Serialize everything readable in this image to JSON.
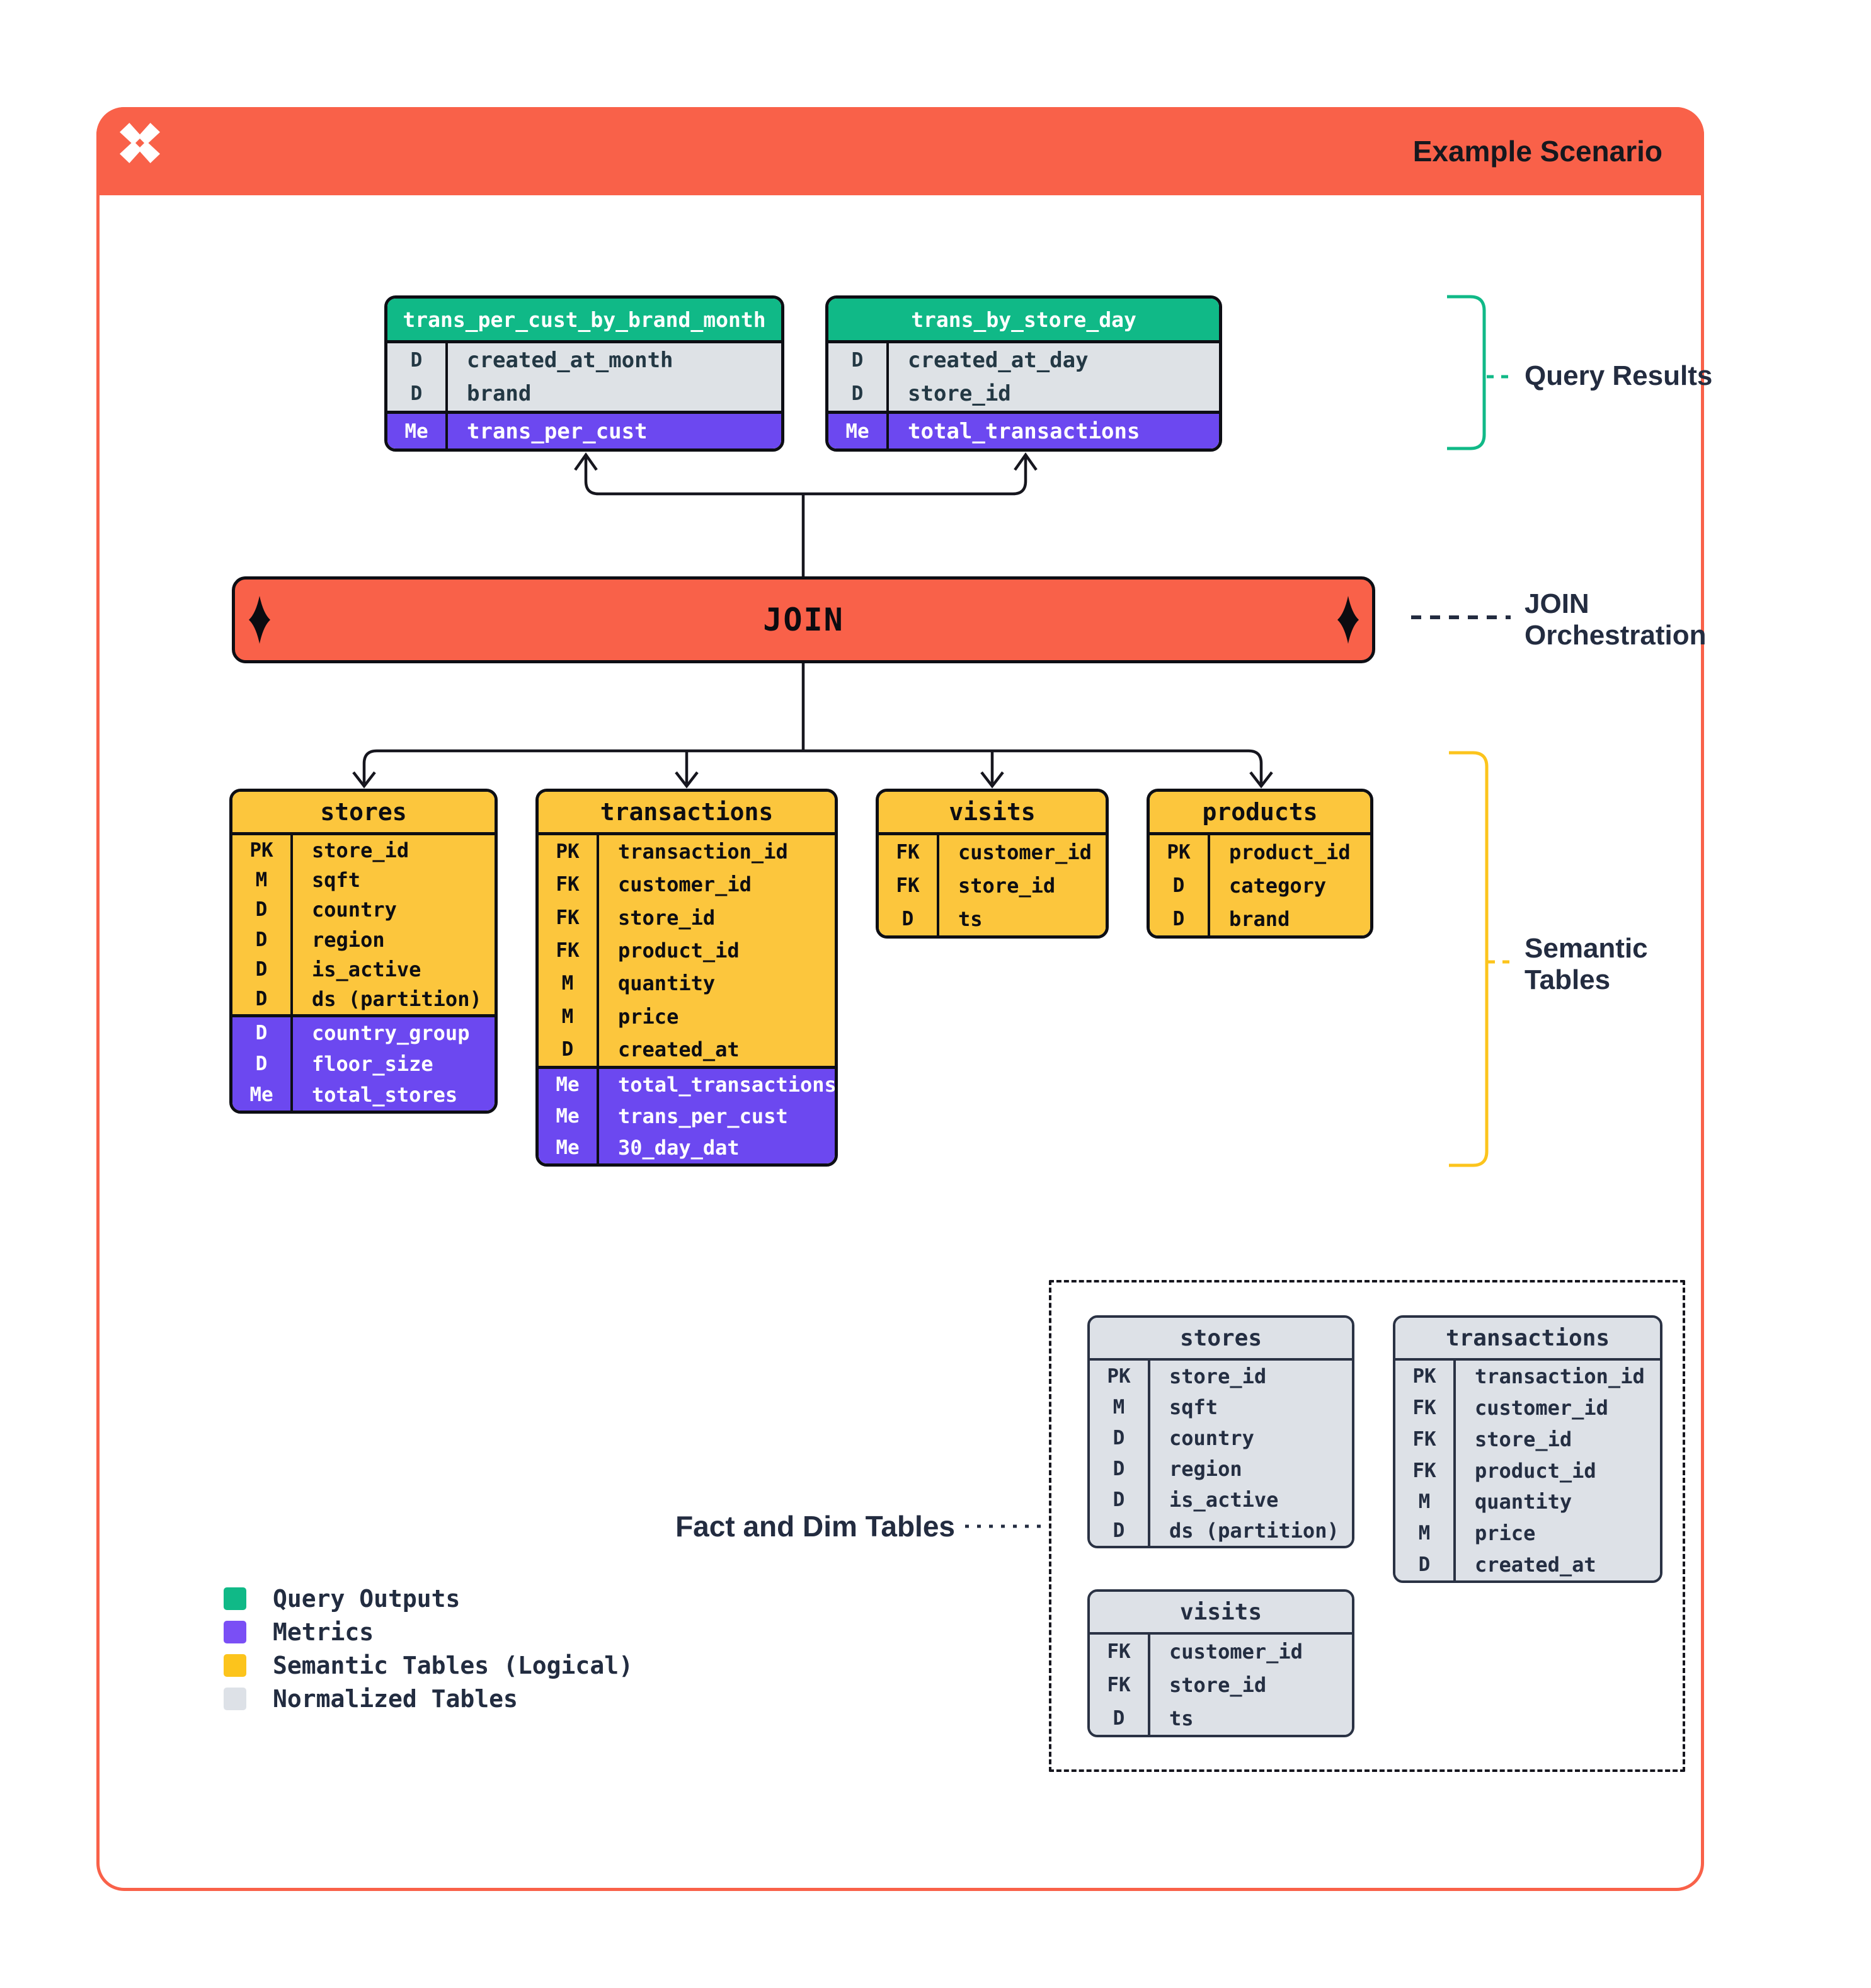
{
  "header": {
    "title": "Example Scenario",
    "logo": "dagster-x-logo"
  },
  "join_bar": {
    "label": "JOIN"
  },
  "annotations": {
    "query_results": "Query Results",
    "join_orchestration": "JOIN\nOrchestration",
    "semantic_tables": "Semantic\nTables",
    "fact_dim": "Fact and Dim Tables"
  },
  "legend": {
    "items": [
      {
        "label": "Query Outputs",
        "color": "#10B987"
      },
      {
        "label": "Metrics",
        "color": "#7A4FF5"
      },
      {
        "label": "Semantic Tables (Logical)",
        "color": "#FCC41C"
      },
      {
        "label": "Normalized Tables",
        "color": "#DDE1E7"
      }
    ]
  },
  "colors": {
    "accent_orange": "#F96149",
    "green": "#10B987",
    "purple": "#6C48F0",
    "yellow": "#FCC63D",
    "gray_row": "#DEE2E6",
    "normalized_bg": "#DDE1E7",
    "ink": "#16161E",
    "navy": "#232C40"
  },
  "tables": {
    "query1": {
      "title": "trans_per_cust_by_brand_month",
      "sections": [
        {
          "kind": "dims",
          "rows": [
            {
              "badge": "D",
              "name": "created_at_month"
            },
            {
              "badge": "D",
              "name": "brand"
            }
          ]
        },
        {
          "kind": "metrics",
          "rows": [
            {
              "badge": "Me",
              "name": "trans_per_cust"
            }
          ]
        }
      ]
    },
    "query2": {
      "title": "trans_by_store_day",
      "sections": [
        {
          "kind": "dims",
          "rows": [
            {
              "badge": "D",
              "name": "created_at_day"
            },
            {
              "badge": "D",
              "name": "store_id"
            }
          ]
        },
        {
          "kind": "metrics",
          "rows": [
            {
              "badge": "Me",
              "name": "total_transactions"
            }
          ]
        }
      ]
    },
    "sem_stores": {
      "title": "stores",
      "sections": [
        {
          "kind": "body",
          "rows": [
            {
              "badge": "PK",
              "name": "store_id"
            },
            {
              "badge": "M",
              "name": "sqft"
            },
            {
              "badge": "D",
              "name": "country"
            },
            {
              "badge": "D",
              "name": "region"
            },
            {
              "badge": "D",
              "name": "is_active"
            },
            {
              "badge": "D",
              "name": "ds (partition)"
            }
          ]
        },
        {
          "kind": "metrics",
          "rows": [
            {
              "badge": "D",
              "name": "country_group"
            },
            {
              "badge": "D",
              "name": "floor_size"
            },
            {
              "badge": "Me",
              "name": "total_stores"
            }
          ]
        }
      ]
    },
    "sem_transactions": {
      "title": "transactions",
      "sections": [
        {
          "kind": "body",
          "rows": [
            {
              "badge": "PK",
              "name": "transaction_id"
            },
            {
              "badge": "FK",
              "name": "customer_id"
            },
            {
              "badge": "FK",
              "name": "store_id"
            },
            {
              "badge": "FK",
              "name": "product_id"
            },
            {
              "badge": "M",
              "name": "quantity"
            },
            {
              "badge": "M",
              "name": "price"
            },
            {
              "badge": "D",
              "name": "created_at"
            }
          ]
        },
        {
          "kind": "metrics",
          "rows": [
            {
              "badge": "Me",
              "name": "total_transactions"
            },
            {
              "badge": "Me",
              "name": "trans_per_cust"
            },
            {
              "badge": "Me",
              "name": "30_day_dat"
            }
          ]
        }
      ]
    },
    "sem_visits": {
      "title": "visits",
      "sections": [
        {
          "kind": "body",
          "rows": [
            {
              "badge": "FK",
              "name": "customer_id"
            },
            {
              "badge": "FK",
              "name": "store_id"
            },
            {
              "badge": "D",
              "name": "ts"
            }
          ]
        }
      ]
    },
    "sem_products": {
      "title": "products",
      "sections": [
        {
          "kind": "body",
          "rows": [
            {
              "badge": "PK",
              "name": "product_id"
            },
            {
              "badge": "D",
              "name": "category"
            },
            {
              "badge": "D",
              "name": "brand"
            }
          ]
        }
      ]
    },
    "norm_stores": {
      "title": "stores",
      "sections": [
        {
          "kind": "body",
          "rows": [
            {
              "badge": "PK",
              "name": "store_id"
            },
            {
              "badge": "M",
              "name": "sqft"
            },
            {
              "badge": "D",
              "name": "country"
            },
            {
              "badge": "D",
              "name": "region"
            },
            {
              "badge": "D",
              "name": "is_active"
            },
            {
              "badge": "D",
              "name": "ds (partition)"
            }
          ]
        }
      ]
    },
    "norm_transactions": {
      "title": "transactions",
      "sections": [
        {
          "kind": "body",
          "rows": [
            {
              "badge": "PK",
              "name": "transaction_id"
            },
            {
              "badge": "FK",
              "name": "customer_id"
            },
            {
              "badge": "FK",
              "name": "store_id"
            },
            {
              "badge": "FK",
              "name": "product_id"
            },
            {
              "badge": "M",
              "name": "quantity"
            },
            {
              "badge": "M",
              "name": "price"
            },
            {
              "badge": "D",
              "name": "created_at"
            }
          ]
        }
      ]
    },
    "norm_visits": {
      "title": "visits",
      "sections": [
        {
          "kind": "body",
          "rows": [
            {
              "badge": "FK",
              "name": "customer_id"
            },
            {
              "badge": "FK",
              "name": "store_id"
            },
            {
              "badge": "D",
              "name": "ts"
            }
          ]
        }
      ]
    }
  }
}
